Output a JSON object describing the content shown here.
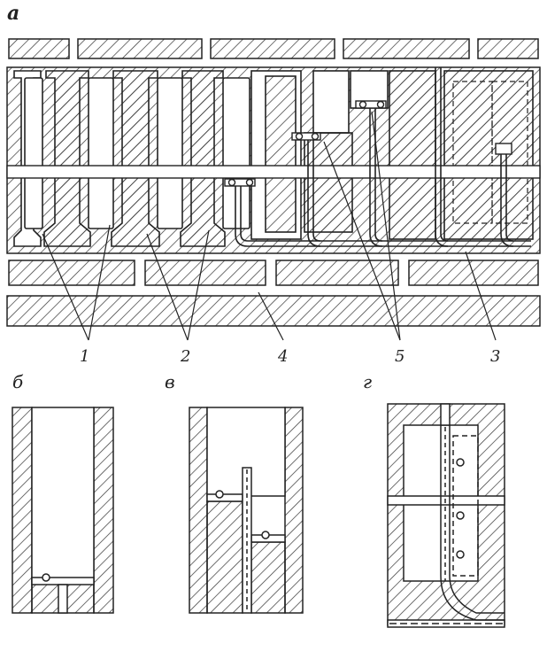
{
  "figure": {
    "main_label": "а",
    "sub_labels": {
      "b": "б",
      "v": "в",
      "g": "г"
    },
    "callouts": [
      {
        "id": "c1",
        "text": "1"
      },
      {
        "id": "c2",
        "text": "2"
      },
      {
        "id": "c4",
        "text": "4"
      },
      {
        "id": "c5",
        "text": "5"
      },
      {
        "id": "c3",
        "text": "3"
      }
    ]
  },
  "colors": {
    "ink": "#222222",
    "paper": "#ffffff"
  }
}
